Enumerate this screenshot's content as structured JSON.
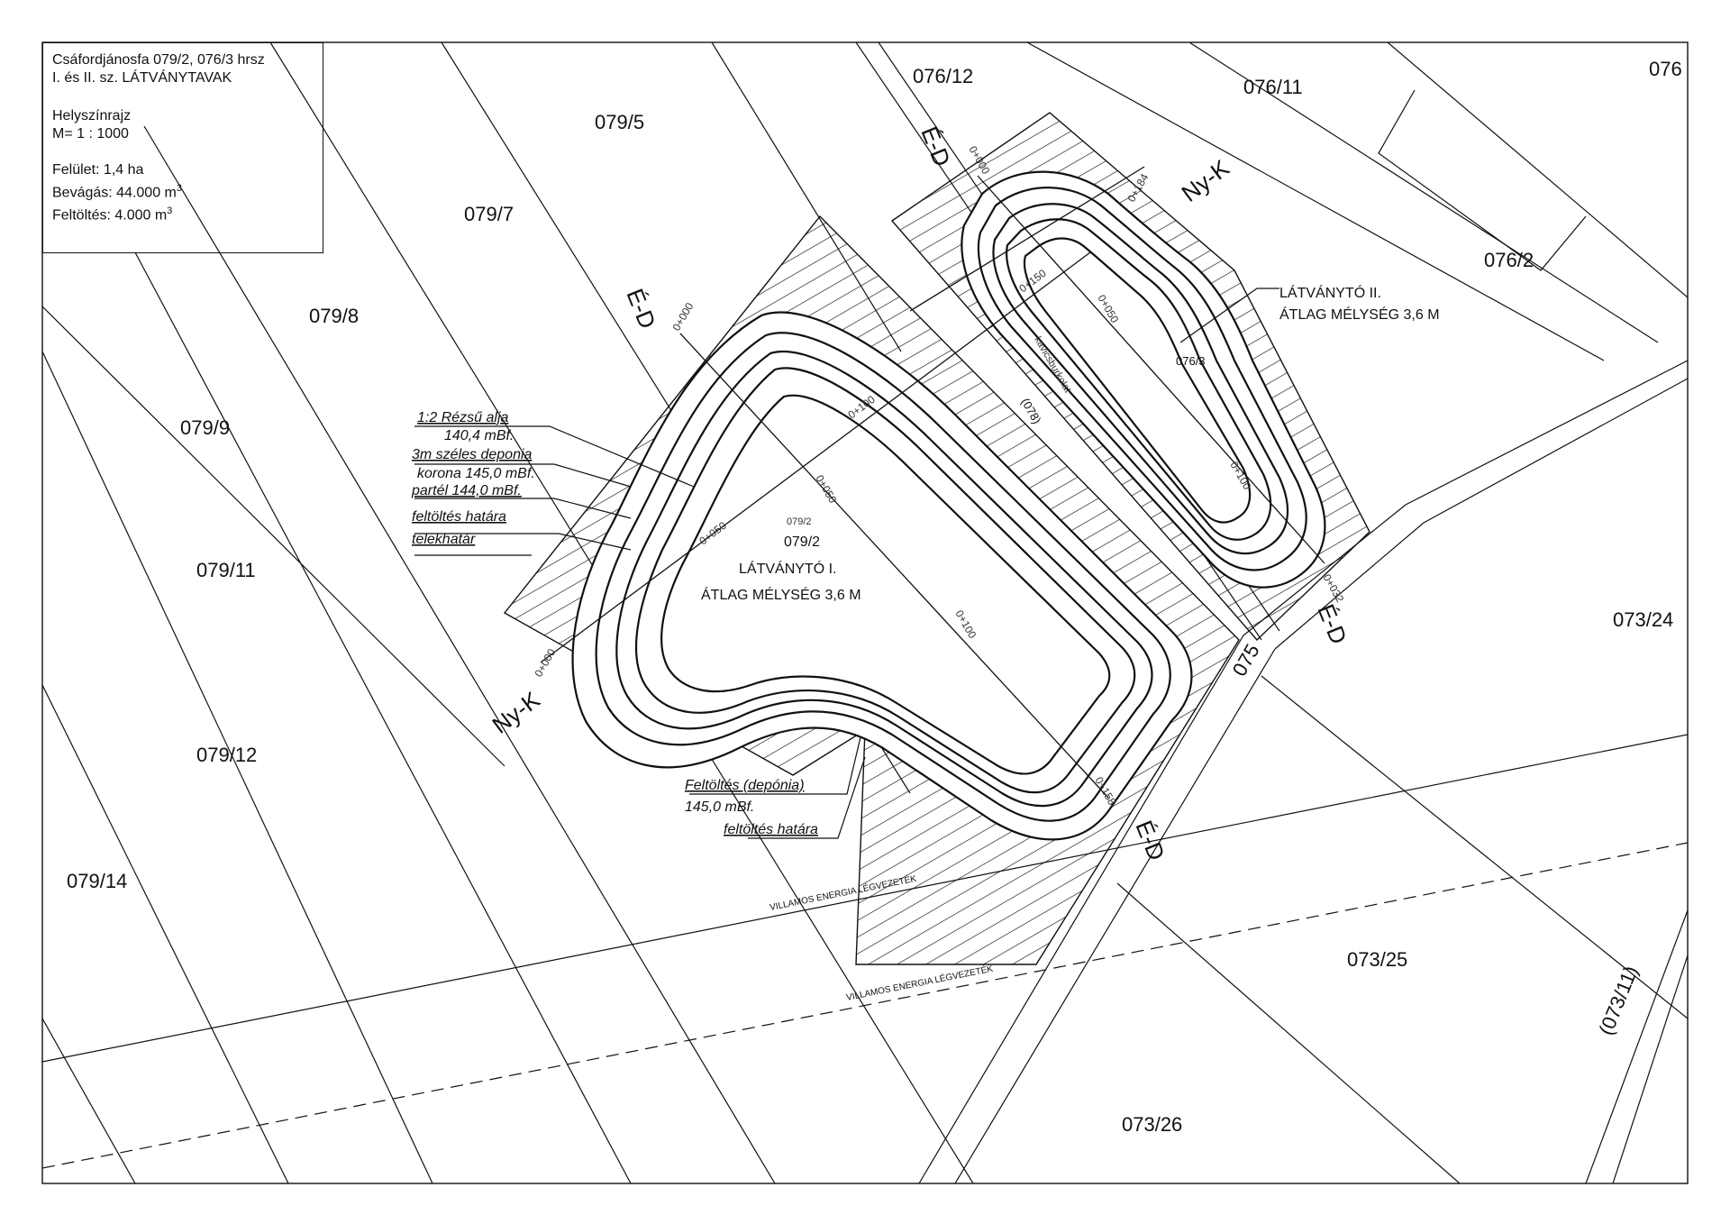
{
  "title_block": {
    "line1": "Csáfordjánosfa 079/2, 076/3 hrsz",
    "line2": "I. és II. sz. LÁTVÁNYTAVAK",
    "line3": "Helyszínrajz",
    "line4": "M= 1 : 1000",
    "surface": "Felület: 1,4 ha",
    "cut_prefix": "Bevágás: 44.000 m",
    "fill_prefix": "Feltöltés: 4.000 m",
    "sup": "3"
  },
  "parcels": {
    "p079_5": "079/5",
    "p079_7": "079/7",
    "p079_8": "079/8",
    "p079_9": "079/9",
    "p079_11": "079/11",
    "p079_12": "079/12",
    "p079_14": "079/14",
    "p076_12": "076/12",
    "p076_11": "076/11",
    "p076": "076",
    "p076_2": "076/2",
    "p076_3": "076/3",
    "p073_24": "073/24",
    "p073_25": "073/25",
    "p073_26": "073/26",
    "p073_11": "(073/11)",
    "p075": "075",
    "p078": "(078)",
    "p079_2": "079/2",
    "p079_2_small": "079/2"
  },
  "lake1": {
    "name": "LÁTVÁNYTÓ I.",
    "depth": "ÁTLAG MÉLYSÉG 3,6 M"
  },
  "lake2": {
    "name": "LÁTVÁNYTÓ II.",
    "depth": "ÁTLAG MÉLYSÉG 3,6 M"
  },
  "axes": {
    "ed": "É-D",
    "nyk": "Ny-K"
  },
  "stations": {
    "s0_000": "0+000",
    "s0_050": "0+050",
    "s0_100": "0+100",
    "s0_150": "0+150",
    "s0_184": "0+184",
    "s0_158": "0+158",
    "s0_032": "0+032",
    "s0_000_b": "0+000",
    "s0_050_b": "0+050",
    "s0_100_b": "0+100",
    "s0_100_c": "0+100",
    "s0_050_c": "0+050",
    "s0_100_d": "0+100"
  },
  "legend": {
    "l1a": "1:2 Rézsű alja",
    "l1b": "140,4 mBf.",
    "l2": "3m széles deponia",
    "l3": "korona 145,0 mBf.",
    "l4": "partél 144,0 mBf.",
    "l5": "feltöltés határa",
    "l6": "telekhatár",
    "f1": "Feltöltés (depónia)",
    "f2": "145,0 mBf.",
    "f3": "feltöltés határa"
  },
  "utility": {
    "line1": "VILLAMOS ENERGIA LÉGVEZETÉK",
    "line2": "VILLAMOS ENERGIA LÉGVEZETÉK"
  },
  "path": {
    "label": "kavicsburkolat"
  }
}
